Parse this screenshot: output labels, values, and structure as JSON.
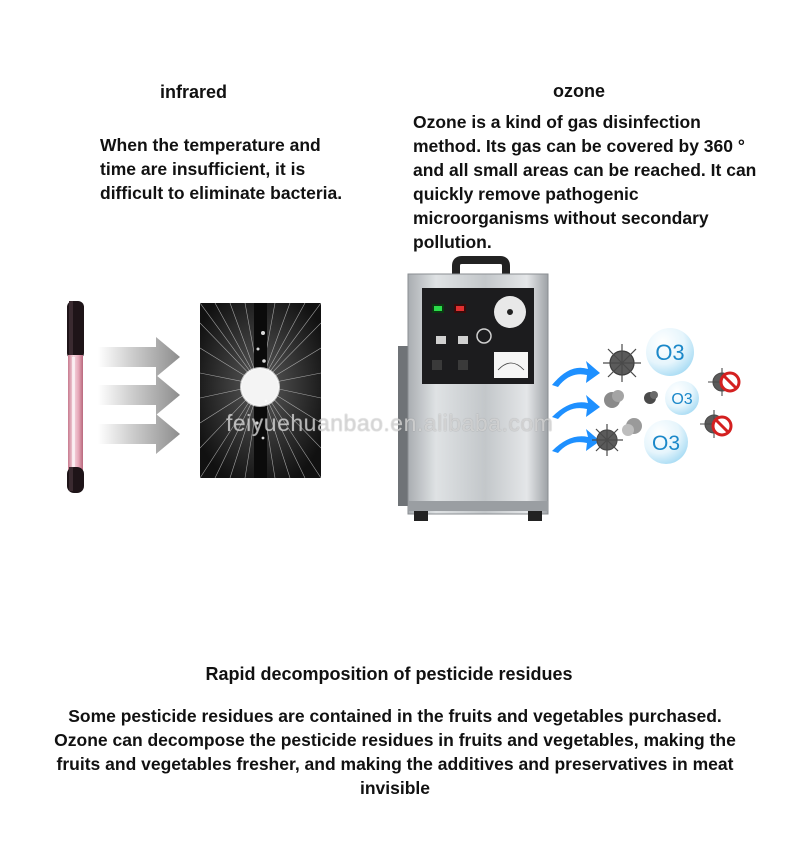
{
  "infrared": {
    "title": "infrared",
    "description": "When the temperature and time are insufficient, it is difficult to eliminate bacteria."
  },
  "ozone": {
    "title": "ozone",
    "description": "Ozone is a kind of gas disinfection method. Its gas can be covered by 360 ° and all small areas can be reached. It can quickly remove pathogenic microorganisms without secondary pollution."
  },
  "pesticide": {
    "title": "Rapid decomposition of pesticide residues",
    "description": "Some pesticide residues are contained in the fruits and vegetables purchased. Ozone can decompose the pesticide residues in fruits and vegetables, making the fruits and vegetables fresher, and making the additives and preservatives in meat invisible"
  },
  "bubbles": {
    "label": "O3"
  },
  "watermark": "feiyuehuanbao.en.alibaba.com",
  "icons": [
    "uv-lamp-tube-icon",
    "gray-arrow-icon",
    "ozone-generator-icon",
    "blue-arrow-icon",
    "bacteria-icon",
    "ozone-bubble-icon",
    "prohibited-icon"
  ],
  "colors": {
    "text": "#111111",
    "ozone_blue": "#1e90ff",
    "prohibit_red": "#d42020",
    "machine_silver": "#c8cbce"
  }
}
